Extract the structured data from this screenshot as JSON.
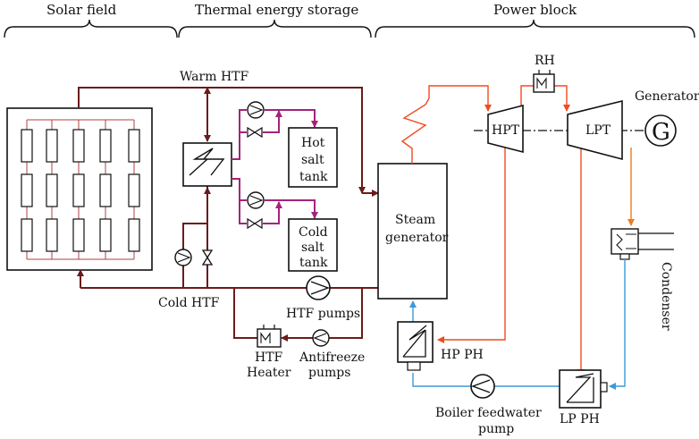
{
  "sections": {
    "solar_field": "Solar field",
    "thermal_storage": "Thermal energy storage",
    "power_block": "Power block"
  },
  "labels": {
    "warm_htf": "Warm HTF",
    "cold_htf": "Cold HTF",
    "hot_salt_tank_1": "Hot",
    "hot_salt_tank_2": "salt",
    "hot_salt_tank_3": "tank",
    "cold_salt_tank_1": "Cold",
    "cold_salt_tank_2": "salt",
    "cold_salt_tank_3": "tank",
    "steam_generator_1": "Steam",
    "steam_generator_2": "generator",
    "rh": "RH",
    "hpt": "HPT",
    "lpt": "LPT",
    "generator": "Generator",
    "generator_symbol": "G",
    "condenser": "Condenser",
    "htf_pumps": "HTF pumps",
    "htf_heater_1": "HTF",
    "htf_heater_2": "Heater",
    "antifreeze_pumps_1": "Antifreeze",
    "antifreeze_pumps_2": "pumps",
    "hp_ph": "HP PH",
    "lp_ph": "LP PH",
    "boiler_feedwater_pump_1": "Boiler feedwater",
    "boiler_feedwater_pump_2": "pump"
  },
  "colors": {
    "htf_line": "#6b1b1b",
    "salt_line": "#a3247a",
    "steam_line": "#f04b1e",
    "exhaust_line": "#f07c1e",
    "water_line": "#3a9ad9",
    "solar_inner": "#b04040",
    "stroke": "#111111"
  }
}
